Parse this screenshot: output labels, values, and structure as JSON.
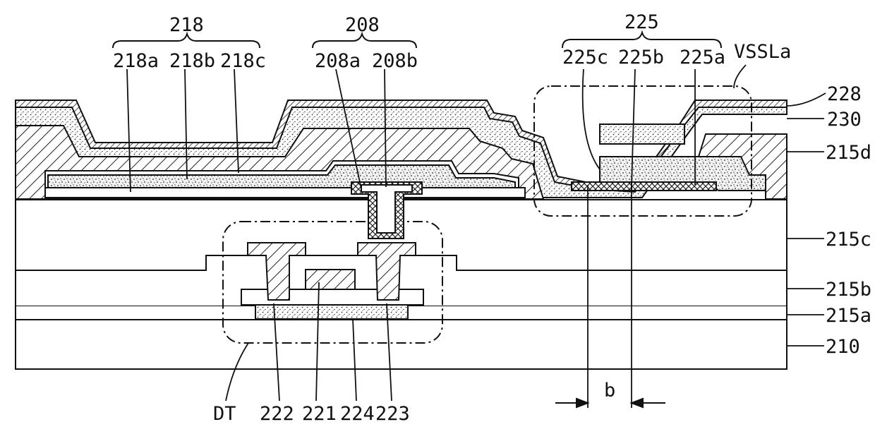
{
  "groups": {
    "g218": "218",
    "g208": "208",
    "g225": "225"
  },
  "sub_labels": {
    "l218a": "218a",
    "l218b": "218b",
    "l218c": "218c",
    "l208a": "208a",
    "l208b": "208b",
    "l225c": "225c",
    "l225b": "225b",
    "l225a": "225a",
    "vssla": "VSSLa"
  },
  "side_labels": {
    "l228": "228",
    "l230": "230",
    "l215d": "215d",
    "l215c": "215c",
    "l215b": "215b",
    "l215a": "215a",
    "l210": "210"
  },
  "bottom_labels": {
    "dt": "DT",
    "l222": "222",
    "l221": "221",
    "l224": "224",
    "l223": "223",
    "b": "b"
  }
}
